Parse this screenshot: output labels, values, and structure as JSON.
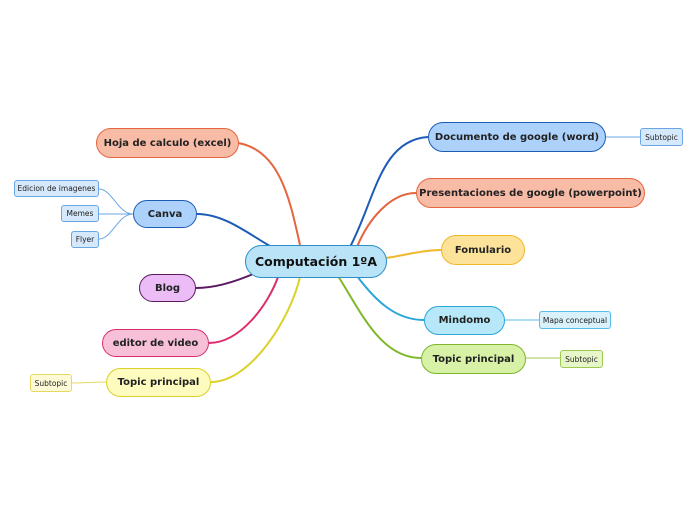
{
  "map": {
    "center": "Computación 1ºA",
    "topics": {
      "hoja": "Hoja de calculo (excel)",
      "canva": "Canva",
      "blog": "Blog",
      "editor": "editor de video",
      "topic_left": "Topic principal",
      "documento": "Documento de google (word)",
      "presentaciones": "Presentaciones de google (powerpoint)",
      "formulario": "Fomulario",
      "mindomo": "Mindomo",
      "topic_right": "Topic principal"
    },
    "subtopics": {
      "edicion": "Edicion de imagenes",
      "memes": "Memes",
      "flyer": "Flyer",
      "subtopic_left": "Subtopic",
      "subtopic_doc": "Subtopic",
      "mapa": "Mapa conceptual",
      "subtopic_right": "Subtopic"
    }
  },
  "colors": {
    "orange": "#e4653f",
    "blue": "#1c5cb8",
    "purple": "#5c1a63",
    "pink": "#db2e6f",
    "yellow": "#dcd12c",
    "gold": "#f0b82c",
    "cyan": "#2aa6d8",
    "green": "#7fb62a",
    "sub_blue": "#6aa6e3",
    "sub_cyan": "#5cbce3",
    "sub_green": "#9fca52",
    "sub_yellow": "#e6d862"
  }
}
